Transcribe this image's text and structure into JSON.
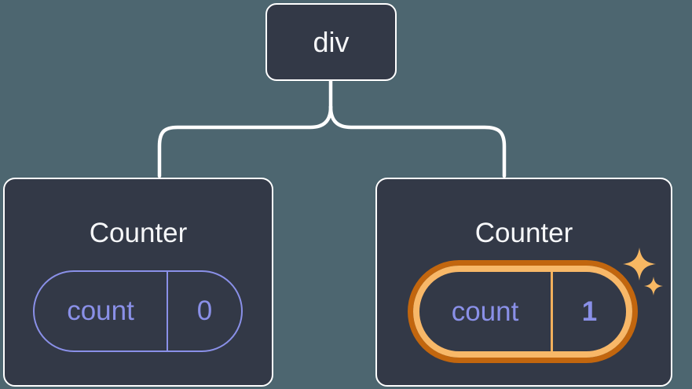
{
  "tree": {
    "root": {
      "label": "div"
    },
    "children": [
      {
        "title": "Counter",
        "state_key": "count",
        "state_value": "0",
        "highlighted": false
      },
      {
        "title": "Counter",
        "state_key": "count",
        "state_value": "1",
        "highlighted": true
      }
    ]
  },
  "icons": {
    "sparkles": "sparkles-icon (two four-point stars, marks re-rendered state)"
  },
  "colors": {
    "background": "#4D6670",
    "card_background": "#333947",
    "card_border": "#FFFFFF",
    "connector_line": "#FFFFFF",
    "state_accent_purple": "#8A90E8",
    "highlight_ring_outer": "#C2660E",
    "highlight_ring_inner": "#F8B868",
    "highlight_divider": "#F2B05C",
    "sparkle": "#F8B863",
    "text_primary": "#F6F7F9"
  }
}
